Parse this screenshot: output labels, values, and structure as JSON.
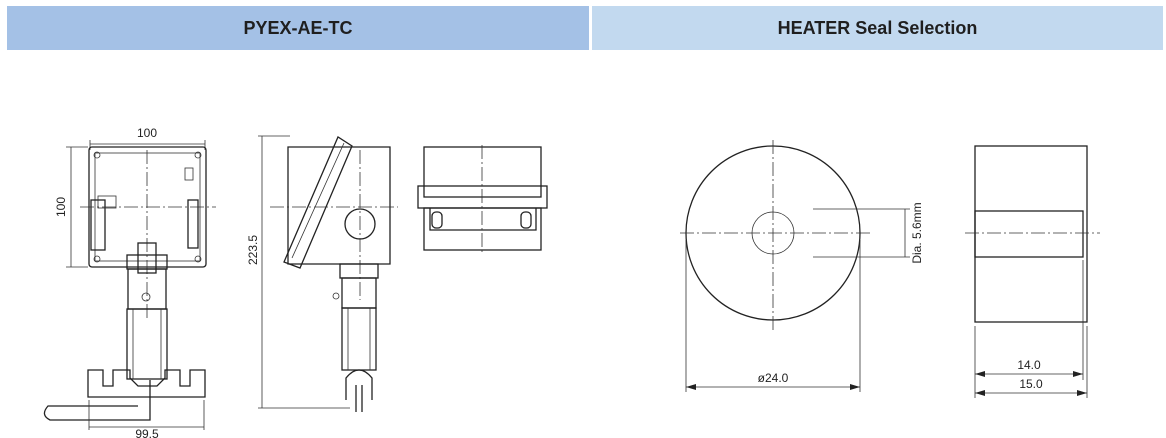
{
  "header": {
    "left_title": "PYEX-AE-TC",
    "right_title": "HEATER Seal Selection"
  },
  "dimensions": {
    "box_width": "100",
    "box_height": "100",
    "total_height": "223.5",
    "bottom_width": "99.5",
    "hole_dia": "Dia. 5.6mm",
    "outer_dia": "ø24.0",
    "inner_length": "14.0",
    "outer_length": "15.0"
  }
}
